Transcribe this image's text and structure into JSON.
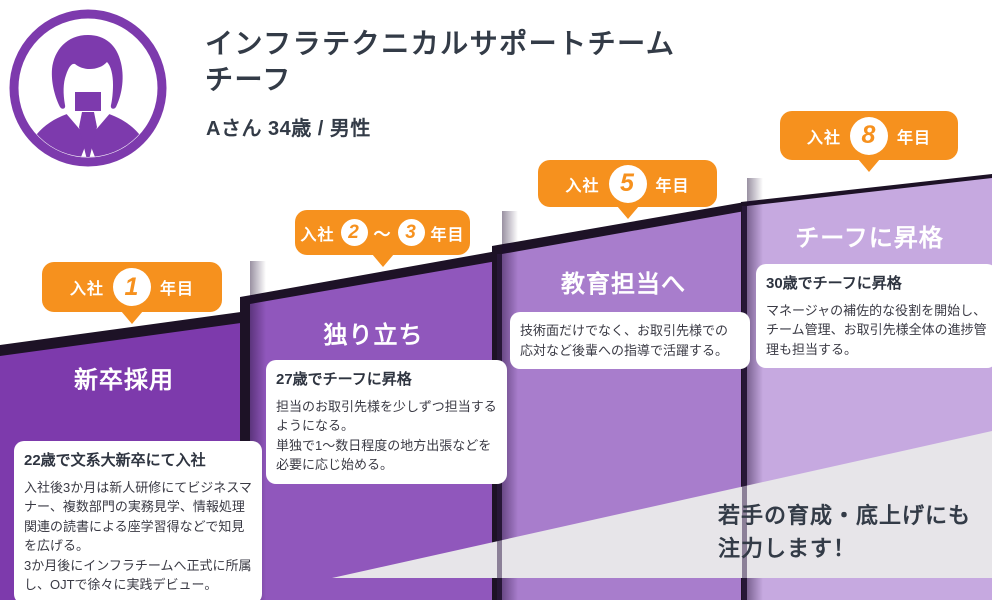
{
  "header": {
    "title_line1": "インフラテクニカルサポートチーム",
    "title_line2": "チーフ",
    "subtitle": "Aさん 34歳 / 男性",
    "avatar_icon": "person-avatar-icon"
  },
  "steps": [
    {
      "badge": {
        "prefix": "入社",
        "year": "1",
        "suffix": "年目"
      },
      "title": "新卒採用",
      "card": {
        "heading": "22歳で文系大新卒にて入社",
        "paragraphs": [
          "入社後3か月は新人研修にてビジネスマナー、複数部門の実務見学、情報処理関連の読書による座学習得などで知見を広げる。",
          "3か月後にインフラチームへ正式に所属し、OJTで徐々に実践デビュー。"
        ]
      }
    },
    {
      "badge": {
        "prefix": "入社",
        "year": "2",
        "separator": "〜",
        "year2": "3",
        "suffix": "年目"
      },
      "title": "独り立ち",
      "card": {
        "heading": "27歳でチーフに昇格",
        "paragraphs": [
          "担当のお取引先様を少しずつ担当するようになる。",
          "単独で1〜数日程度の地方出張などを必要に応じ始める。"
        ]
      }
    },
    {
      "badge": {
        "prefix": "入社",
        "year": "5",
        "suffix": "年目"
      },
      "title": "教育担当へ",
      "card": {
        "paragraphs": [
          "技術面だけでなく、お取引先様での応対など後輩への指導で活躍する。"
        ]
      }
    },
    {
      "badge": {
        "prefix": "入社",
        "year": "8",
        "suffix": "年目"
      },
      "title": "チーフに昇格",
      "card": {
        "heading": "30歳でチーフに昇格",
        "paragraphs": [
          "マネージャの補佐的な役割を開始し、チーム管理、お取引先様全体の進捗管理も担当する。"
        ]
      }
    }
  ],
  "callout": {
    "line1": "若手の育成・底上げにも",
    "line2": "注力します！"
  },
  "colors": {
    "badge_bg": "#F6911E",
    "step1_face": "#7D3AAC",
    "step2_face": "#9057BC",
    "step3_face": "#A87DCC",
    "step4_face": "#C6A9E0",
    "edge_dark": "#1D1226",
    "callout_bg": "#E7E5E9",
    "card_bg": "#FFFFFF",
    "step_title_color": "#FFFFFF",
    "text_dark": "#333B47",
    "body_text": "#3A3A44",
    "avatar_purple": "#7D3AAD"
  }
}
